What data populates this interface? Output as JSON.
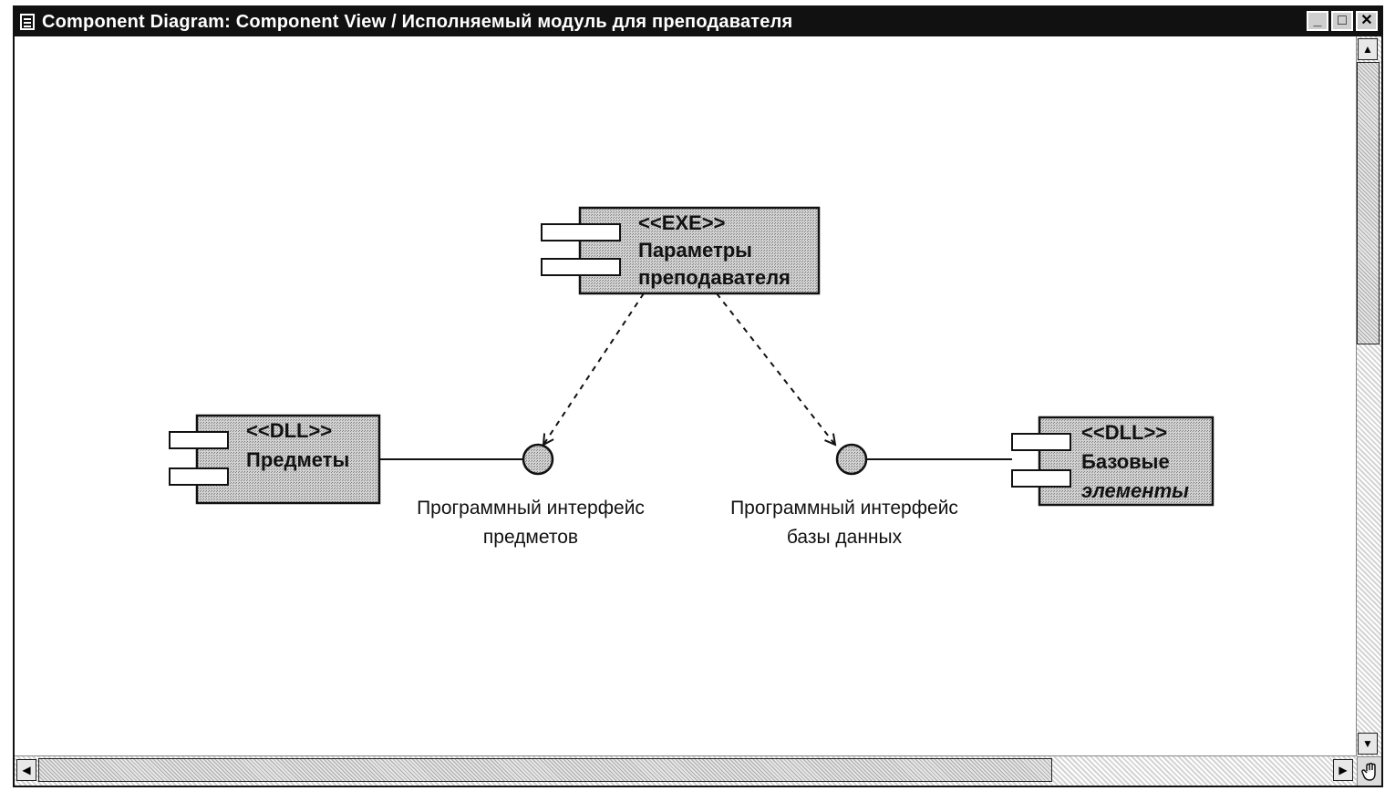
{
  "window": {
    "title": "Component Diagram: Component View / Исполняемый модуль для преподавателя",
    "buttons": {
      "minimize": "_",
      "maximize": "□",
      "close": "✕"
    }
  },
  "diagram": {
    "exe_component": {
      "stereotype": "<<EXE>>",
      "name_line1": "Параметры",
      "name_line2": "преподавателя"
    },
    "dll_subjects": {
      "stereotype": "<<DLL>>",
      "name_line1": "Предметы"
    },
    "dll_base": {
      "stereotype": "<<DLL>>",
      "name_line1": "Базовые",
      "name_line2": "элементы"
    },
    "interface_subjects": {
      "label_line1": "Программный интерфейс",
      "label_line2": "предметов"
    },
    "interface_db": {
      "label_line1": "Программный интерфейс",
      "label_line2": "базы данных"
    }
  },
  "scrollbars": {
    "up_arrow_icon": "▲",
    "down_arrow_icon": "▼",
    "left_arrow_icon": "◀",
    "right_arrow_icon": "▶",
    "corner_icon": "hand-icon"
  },
  "colors": {
    "component_fill": "#b9b9b9",
    "line": "#111111",
    "background": "#ffffff"
  }
}
